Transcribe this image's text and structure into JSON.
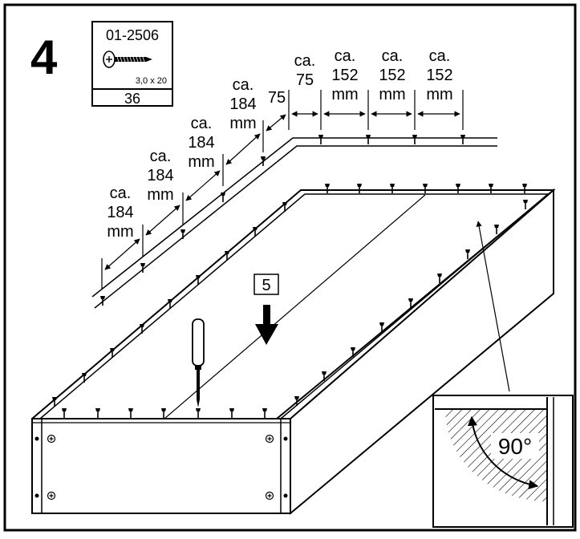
{
  "step": {
    "number": "4",
    "next_step_ref": "5"
  },
  "part_box": {
    "part_code": "01-2506",
    "screw_size": "3,0 x 20",
    "quantity": "36",
    "icon": "screw-icon"
  },
  "spacing_labels": {
    "horizontal": [
      {
        "prefix": "ca.",
        "value": "75",
        "unit": ""
      },
      {
        "prefix": "ca.",
        "value": "152",
        "unit": "mm"
      },
      {
        "prefix": "ca.",
        "value": "152",
        "unit": "mm"
      },
      {
        "prefix": "ca.",
        "value": "152",
        "unit": "mm"
      }
    ],
    "near_corner": {
      "value": "75"
    },
    "diagonal": [
      {
        "prefix": "ca.",
        "value": "184",
        "unit": "mm"
      },
      {
        "prefix": "ca.",
        "value": "184",
        "unit": "mm"
      },
      {
        "prefix": "ca.",
        "value": "184",
        "unit": "mm"
      },
      {
        "prefix": "ca.",
        "value": "184",
        "unit": "mm"
      }
    ]
  },
  "angle_callout": {
    "angle_label": "90°"
  },
  "tool": {
    "icon": "screwdriver-icon"
  }
}
